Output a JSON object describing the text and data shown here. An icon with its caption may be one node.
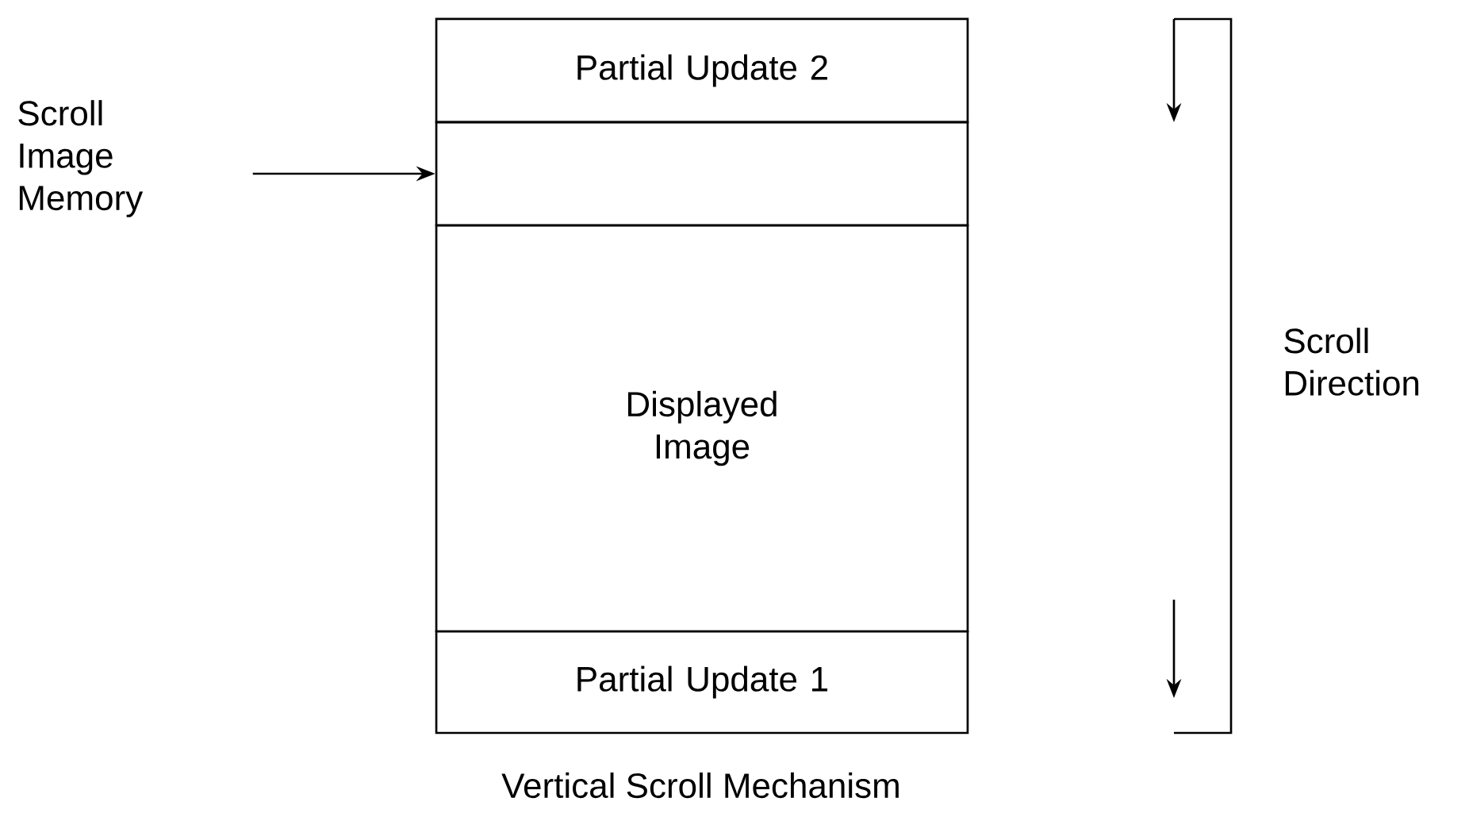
{
  "diagram": {
    "caption": "Vertical Scroll Mechanism",
    "nodes": [
      {
        "text": [
          "Scroll Image Memory"
        ]
      },
      {
        "text": [
          "Partial Update 2"
        ]
      },
      {
        "text": [],
        "shape": "box"
      },
      {
        "text": [
          "Displayed Image"
        ]
      },
      {
        "text": [
          "Partial Update 1"
        ]
      }
    ],
    "edges": [
      {
        "from": 0,
        "to": 2,
        "arrow": "to"
      }
    ],
    "labels": [
      "Scroll Direction"
    ]
  }
}
